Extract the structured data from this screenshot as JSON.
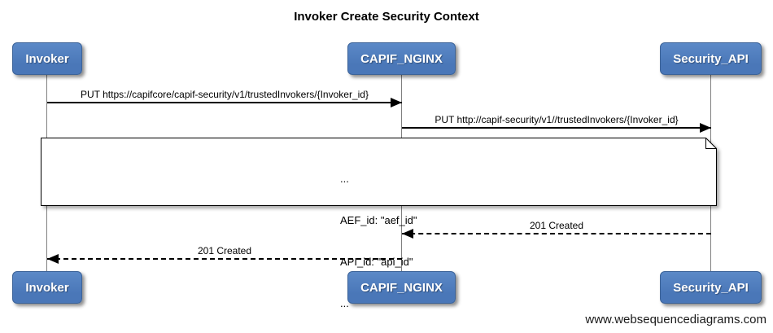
{
  "diagram": {
    "title": "Invoker Create Security Context",
    "actors": [
      {
        "name": "Invoker"
      },
      {
        "name": "CAPIF_NGINX"
      },
      {
        "name": "Security_API"
      }
    ],
    "messages": [
      {
        "from": "Invoker",
        "to": "CAPIF_NGINX",
        "label": "PUT https://capifcore/capif-security/v1/trustedInvokers/{Invoker_id}",
        "line": "solid",
        "direction": "right"
      },
      {
        "from": "CAPIF_NGINX",
        "to": "Security_API",
        "label": "PUT http://capif-security/v1//trustedInvokers/{Invoker_id}",
        "line": "solid",
        "direction": "right"
      },
      {
        "from": "Security_API",
        "to": "CAPIF_NGINX",
        "label": "201 Created",
        "line": "dashed",
        "direction": "left"
      },
      {
        "from": "CAPIF_NGINX",
        "to": "Invoker",
        "label": "201 Created",
        "line": "dashed",
        "direction": "left"
      }
    ],
    "note": {
      "lines": [
        "...",
        "AEF_id: \"aef_id\"",
        "API_id: \"api_id\"",
        "..."
      ]
    },
    "footer": "www.websequencediagrams.com",
    "colors": {
      "background": "#ffffff",
      "actor_fill_top": "#5b89c7",
      "actor_fill_bottom": "#4a77b8",
      "actor_border": "#3c6398",
      "actor_text": "#ffffff",
      "line_color": "#000000",
      "lifeline_color": "#808080",
      "note_fill": "#ffffff",
      "note_border": "#000000",
      "footer_text": "#1a1a1a"
    }
  }
}
